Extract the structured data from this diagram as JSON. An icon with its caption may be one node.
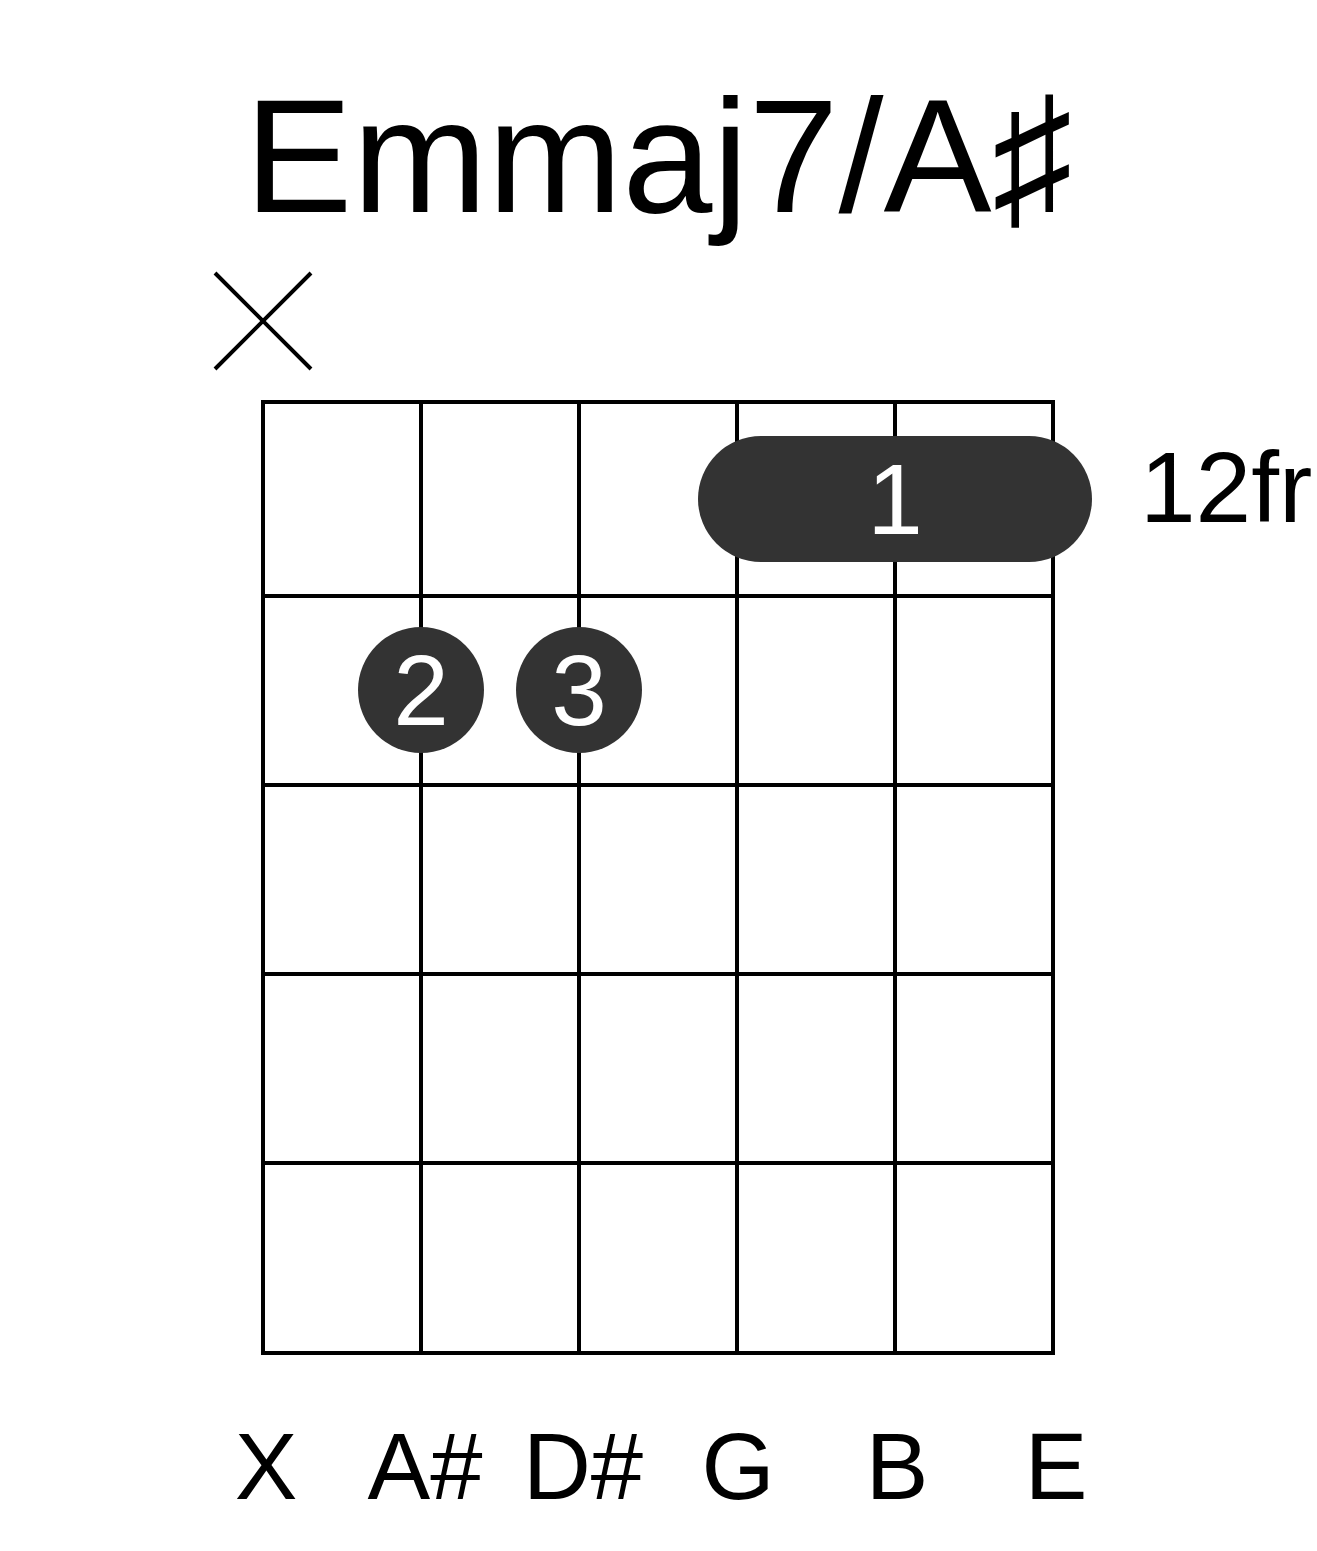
{
  "diagram": {
    "title": "Emmaj7/A♯",
    "nodes": [
      {
        "text": [
          "1"
        ]
      },
      {
        "text": [
          "2"
        ]
      },
      {
        "text": [
          "3"
        ]
      }
    ],
    "labels": [
      "12fr",
      "X",
      "A#",
      "D#",
      "G",
      "B",
      "E"
    ]
  }
}
